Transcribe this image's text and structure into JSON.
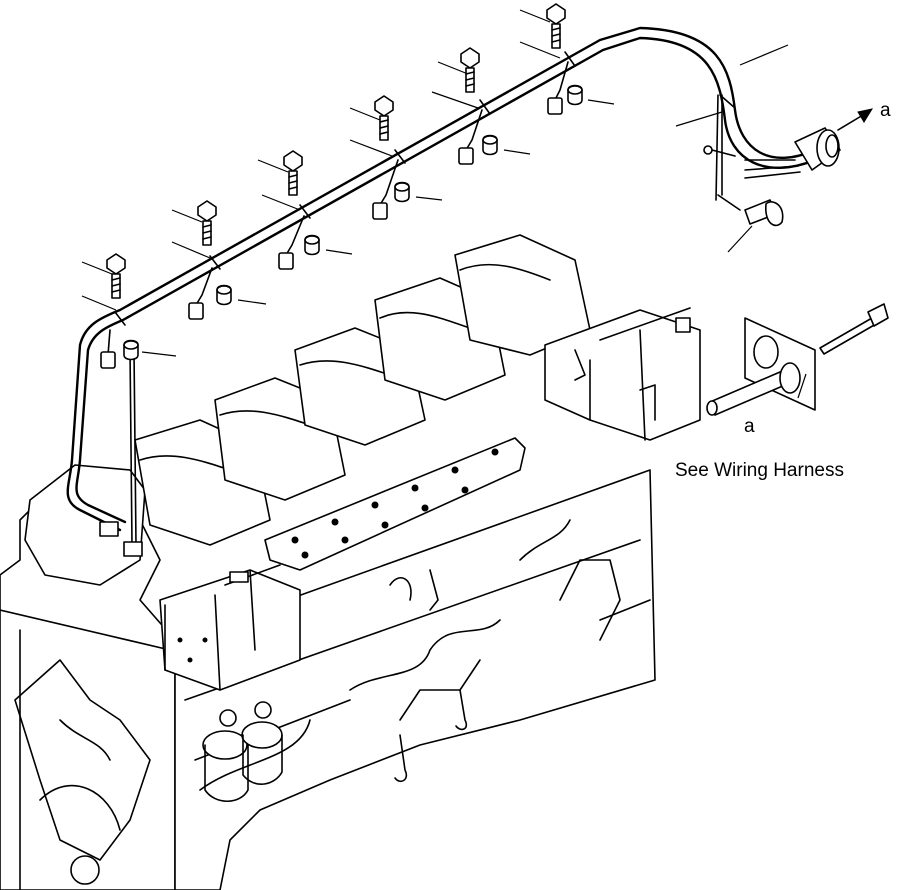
{
  "labels": {
    "arrow_ref_top": "a",
    "arrow_ref_bottom": "a",
    "note": "See Wiring Harness"
  }
}
